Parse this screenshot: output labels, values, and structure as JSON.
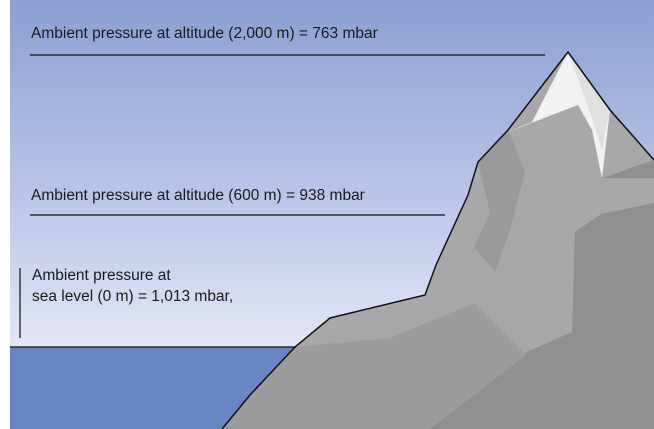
{
  "labels": {
    "altitude_2000": "Ambient pressure at altitude (2,000 m) = 763 mbar",
    "altitude_600": "Ambient pressure at altitude (600 m) = 938 mbar",
    "sea_level_line1": "Ambient pressure at",
    "sea_level_line2": "sea level (0 m) = 1,013 mbar,"
  },
  "colors": {
    "sky_top": "#8aa0d2",
    "sky_bottom": "#e3e6f6",
    "sea": "#6a86c2",
    "mountain_light": "#a8a8a8",
    "mountain_dark": "#8f8f8f",
    "snow": "#f2f2f2",
    "outline": "#111111"
  }
}
